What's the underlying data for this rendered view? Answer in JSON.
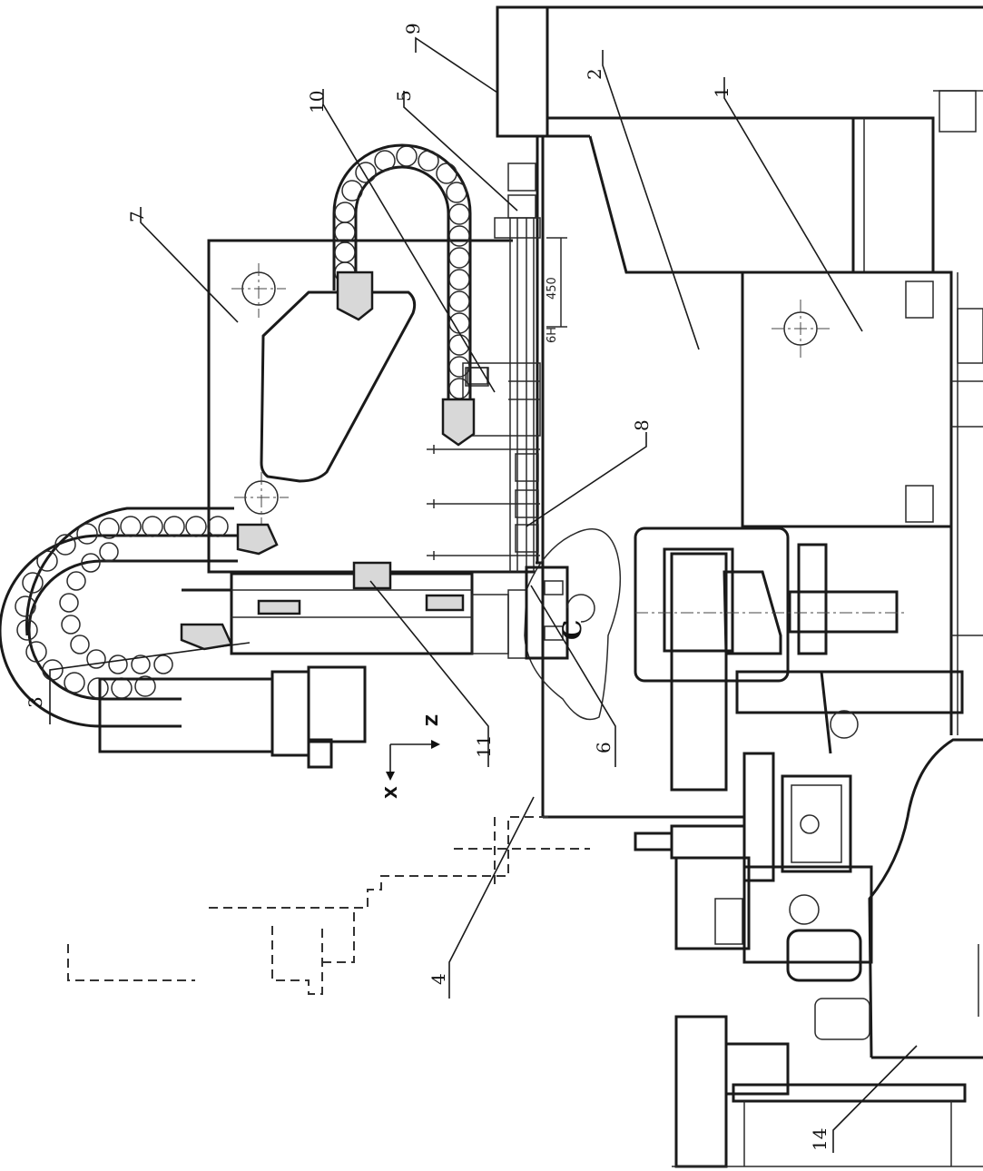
{
  "labels": {
    "l1": "1",
    "l2": "2",
    "l3": "3",
    "l4": "4",
    "l5": "5",
    "l6": "6",
    "l7": "7",
    "l8": "8",
    "l9": "9",
    "l10": "10",
    "l11": "11",
    "l14": "14"
  },
  "dimensions": {
    "d450": "450",
    "d6h": "6H"
  },
  "axes": {
    "x": "X",
    "z": "Z",
    "c": "C"
  }
}
